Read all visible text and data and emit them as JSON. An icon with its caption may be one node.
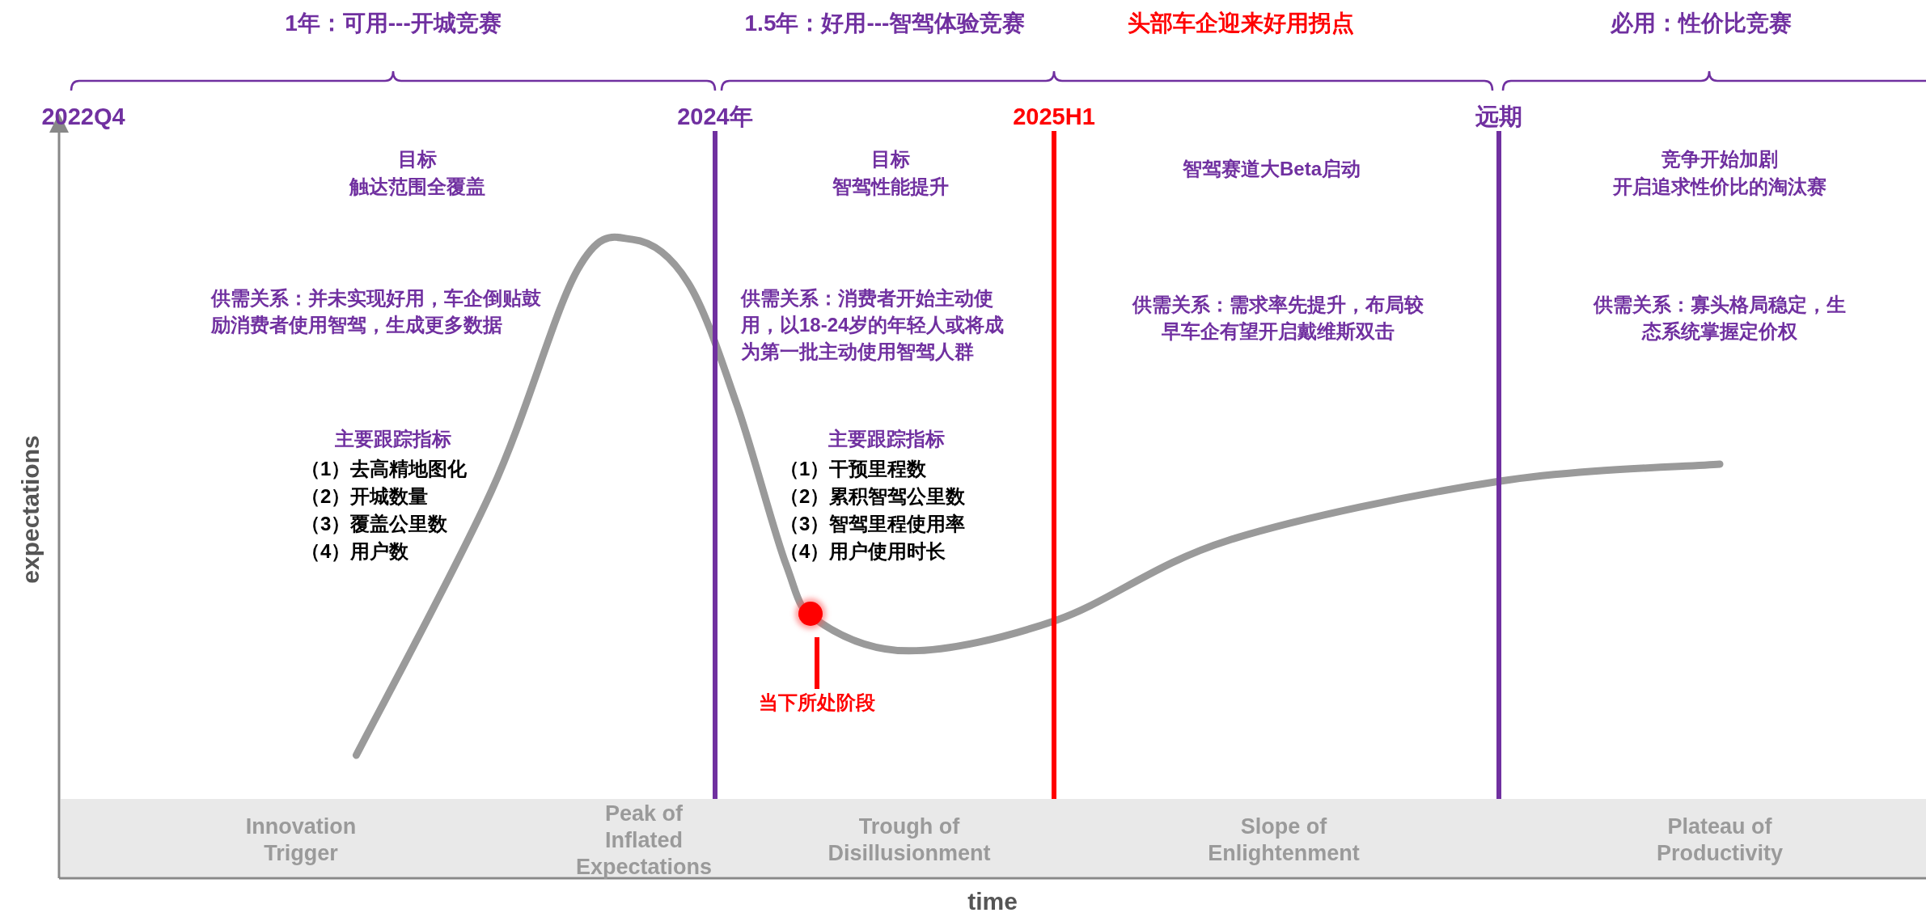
{
  "diagram": {
    "nodes": [
      {
        "text": [
          "当下所处阶段"
        ]
      },
      {
        "text": [],
        "shape": "circle"
      }
    ],
    "edges": [
      {
        "from": 0,
        "to": 1,
        "arrow": "none"
      }
    ],
    "labels": [
      "1年：可用---开城竞赛",
      "1.5年：好用---智驾体验竞赛",
      "头部车企迎来好用拐点",
      "必用：性价比竞赛",
      "2022Q4",
      "2024年",
      "2025H1",
      "远期",
      "目标",
      "触达范围全覆盖",
      "目标",
      "智驾性能提升",
      "智驾赛道大Beta启动",
      "竞争开始加剧",
      "开启追求性价比的淘汰赛",
      "供需关系：并未实现好用，车企倒贴鼓励消费者使用智驾，生成更多数据",
      "供需关系：消费者开始主动使用，以18-24岁的年轻人或将成为第一批主动使用智驾人群",
      "供需关系：需求率先提升，布局较早车企有望开启戴维斯双击",
      "供需关系：寡头格局稳定，生态系统掌握定价权",
      "主要跟踪指标",
      "（1）去高精地图化",
      "（2）开城数量",
      "（3）覆盖公里数",
      "（4）用户数",
      "主要跟踪指标",
      "（1）干预里程数",
      "（2）累积智驾公里数",
      "（3）智驾里程使用率",
      "（4）用户使用时长",
      "expectations",
      "Innovation Trigger",
      "Peak of Inflated Expectations",
      "Trough of Disillusionment",
      "Slope of Enlightenment",
      "Plateau of Productivity",
      "time"
    ]
  }
}
